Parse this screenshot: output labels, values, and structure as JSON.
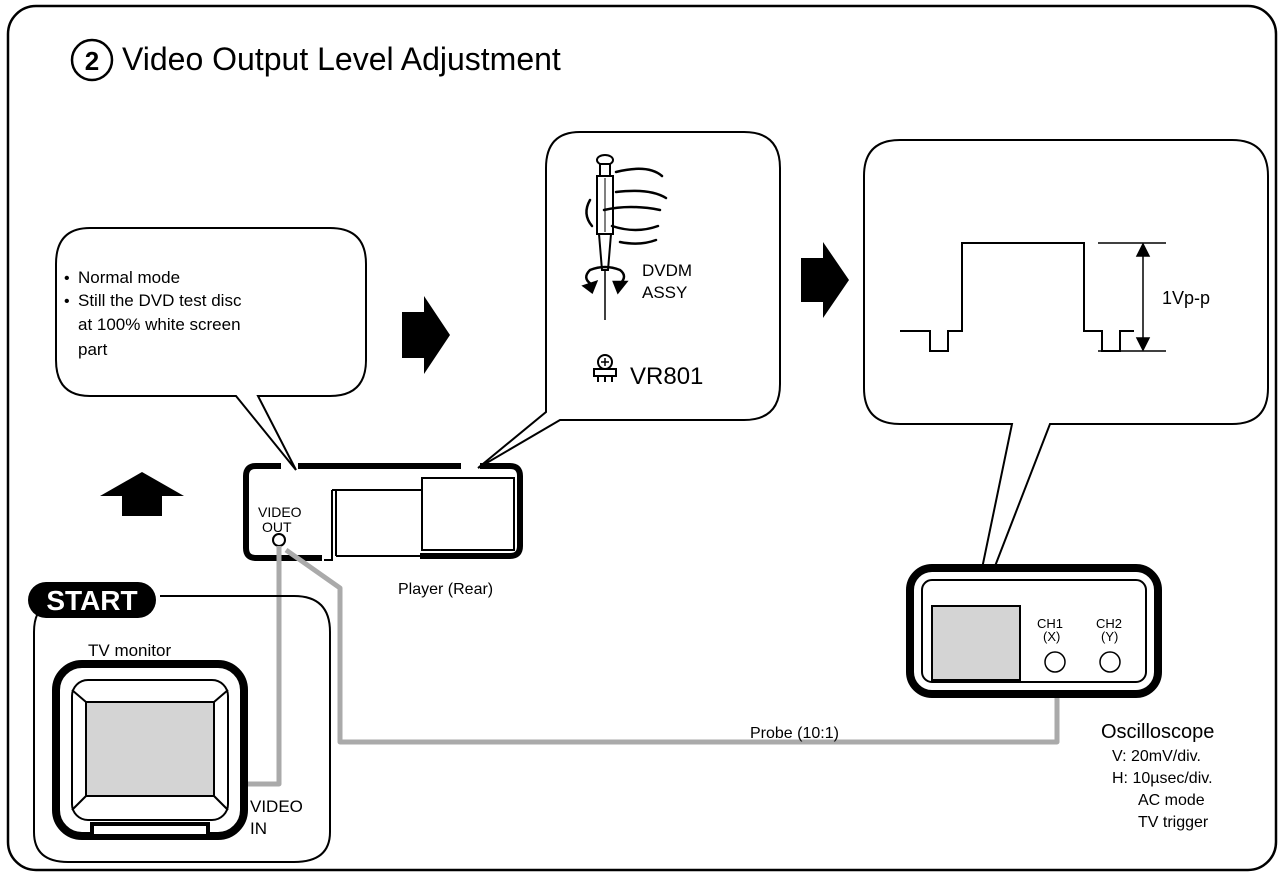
{
  "header": {
    "step_number": "2",
    "title": "Video Output Level Adjustment"
  },
  "conditions": {
    "bullet": "•",
    "line1": "Normal mode",
    "line2": "Still the DVD test disc",
    "line3": "at 100% white screen",
    "line4": "part"
  },
  "adjustment": {
    "board_line1": "DVDM",
    "board_line2": "ASSY",
    "control": "VR801"
  },
  "waveform": {
    "amplitude_label": "1Vp-p"
  },
  "player": {
    "jack_line1": "VIDEO",
    "jack_line2": "OUT",
    "caption": "Player (Rear)"
  },
  "start": {
    "badge": "START",
    "monitor_label": "TV monitor",
    "input_line1": "VIDEO",
    "input_line2": "IN"
  },
  "probe": {
    "label": "Probe (10:1)"
  },
  "oscilloscope": {
    "ch1_line1": "CH1",
    "ch1_line2": "(X)",
    "ch2_line1": "CH2",
    "ch2_line2": "(Y)",
    "title": "Oscilloscope",
    "setting1": "V: 20mV/div.",
    "setting2": "H: 10µsec/div.",
    "setting3": "AC mode",
    "setting4": "TV trigger"
  },
  "colors": {
    "line": "#000000",
    "cable": "#aaaaaa",
    "screen": "#d4d4d4",
    "background": "#ffffff"
  }
}
